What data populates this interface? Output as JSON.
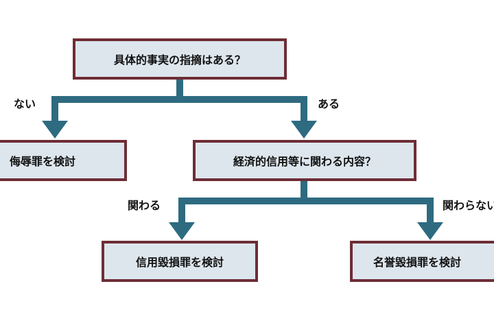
{
  "nodes": {
    "root": "具体的事実の指摘はある？",
    "insult": "侮辱罪を検討",
    "credit_question": "経済的信用等に関わる内容？",
    "credit_defamation": "信用毀損罪を検討",
    "defamation": "名誉毀損罪を検討"
  },
  "edges": {
    "no": "ない",
    "yes": "ある",
    "related": "関わる",
    "not_related": "関わらない"
  },
  "colors": {
    "box_fill": "#dde6ed",
    "box_border": "#6e2d36",
    "arrow": "#2e6b80",
    "text": "#111111"
  }
}
